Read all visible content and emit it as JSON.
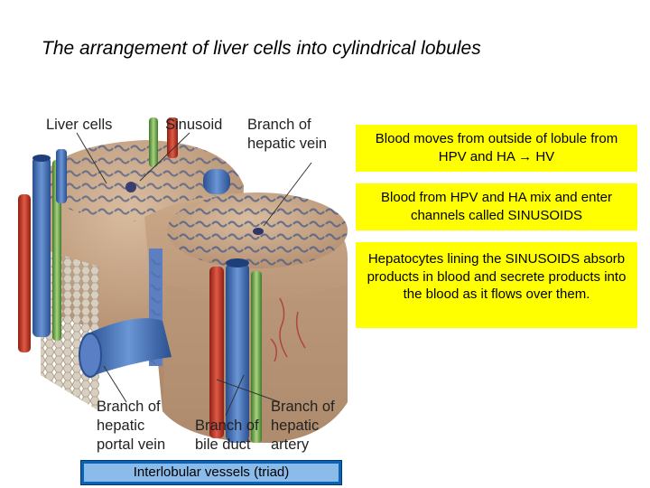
{
  "title": "The arrangement of liver cells into cylindrical lobules",
  "labels": {
    "liver_cells": "Liver cells",
    "sinusoid": "Sinusoid",
    "hepatic_vein": [
      "Branch of",
      "hepatic vein"
    ],
    "portal_vein": [
      "Branch of",
      "hepatic",
      "portal vein"
    ],
    "bile_duct": [
      "Branch of",
      "bile duct"
    ],
    "hepatic_artery": [
      "Branch of",
      "hepatic",
      "artery"
    ]
  },
  "notes": [
    "Blood moves from outside of lobule from HPV and HA → HV",
    "Blood from HPV and HA mix and enter channels called SINUSOIDS",
    "Hepatocytes lining the SINUSOIDS absorb products in blood and secrete products into the blood as it flows over them."
  ],
  "triad_box": "Interlobular vessels (triad)",
  "colors": {
    "note_bg": "#ffff00",
    "triad_box_border": "#0b63b7",
    "triad_box_fill": "#8bbbe8",
    "vein_blue": "#3e6fb8",
    "artery_red": "#c0392b",
    "bile_green": "#6aa84f",
    "tissue": "#c9a88a"
  }
}
